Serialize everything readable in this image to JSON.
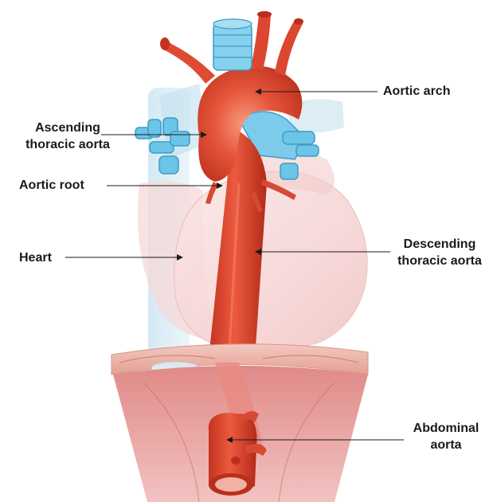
{
  "labels": {
    "aortic_arch": "Aortic arch",
    "ascending_line1": "Ascending",
    "ascending_line2": "thoracic aorta",
    "aortic_root": "Aortic root",
    "heart": "Heart",
    "descending_line1": "Descending",
    "descending_line2": "thoracic aorta",
    "abdominal_line1": "Abdominal",
    "abdominal_line2": "aorta"
  },
  "colors": {
    "aorta": "#e04a32",
    "aorta_dark": "#b92e1c",
    "heart": "#f7dcdc",
    "vein": "#8fd0ea",
    "diaphragm": "#e9a9a0",
    "muscle": "#d9777a",
    "leader_line": "#1a1a1a"
  }
}
